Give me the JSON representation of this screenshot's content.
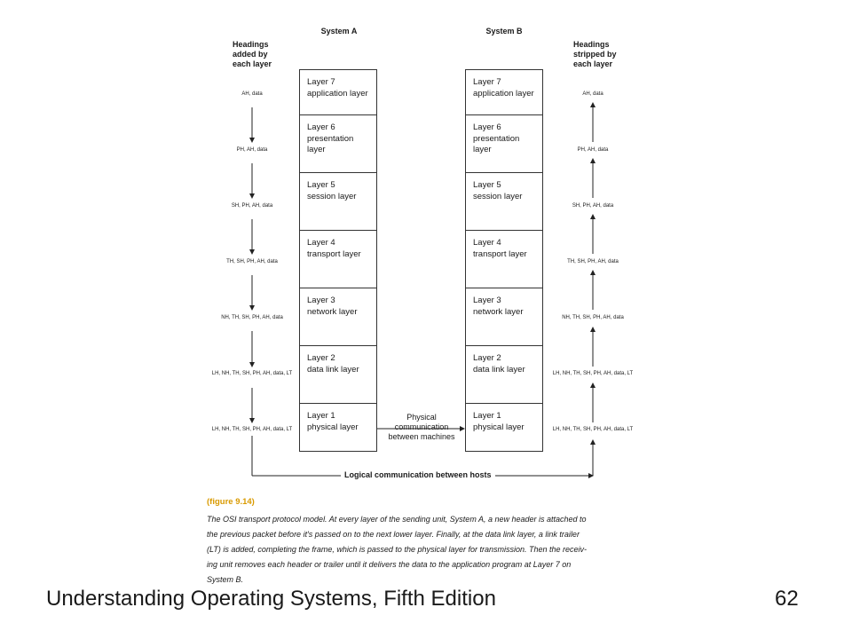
{
  "diagram": {
    "system_a_title": "System A",
    "system_b_title": "System B",
    "left_heading": [
      "Headings",
      "added by",
      "each layer"
    ],
    "right_heading": [
      "Headings",
      "stripped by",
      "each layer"
    ],
    "layers": [
      {
        "line1": "Layer 7",
        "line2": "application layer"
      },
      {
        "line1": "Layer 6",
        "line2": "presentation",
        "line3": "layer"
      },
      {
        "line1": "Layer 5",
        "line2": "session layer"
      },
      {
        "line1": "Layer 4",
        "line2": "transport layer"
      },
      {
        "line1": "Layer 3",
        "line2": "network layer"
      },
      {
        "line1": "Layer 2",
        "line2": "data link layer"
      },
      {
        "line1": "Layer 1",
        "line2": "physical layer"
      }
    ],
    "headers": [
      "AH, data",
      "PH, AH, data",
      "SH, PH, AH, data",
      "TH, SH, PH, AH, data",
      "NH, TH, SH, PH, AH, data",
      "LH, NH, TH, SH, PH, AH, data, LT",
      "LH, NH, TH, SH, PH, AH, data, LT"
    ],
    "physical_label": [
      "Physical",
      "communication",
      "between machines"
    ],
    "logical_label": "Logical communication between hosts"
  },
  "figure": {
    "label": "(figure 9.14)",
    "caption_lines": [
      "The OSI transport protocol model. At every layer of the sending unit, System A, a new header is attached to",
      "the previous packet before it's passed on to the next lower layer. Finally, at the data link layer, a link trailer",
      "(LT) is added, completing the frame, which is passed to the physical layer for transmission. Then the receiv-",
      "ing unit removes each header or trailer until it delivers the data to the application program at Layer 7 on",
      "System B."
    ]
  },
  "footer": {
    "title": "Understanding Operating Systems, Fifth Edition",
    "page_number": "62"
  }
}
